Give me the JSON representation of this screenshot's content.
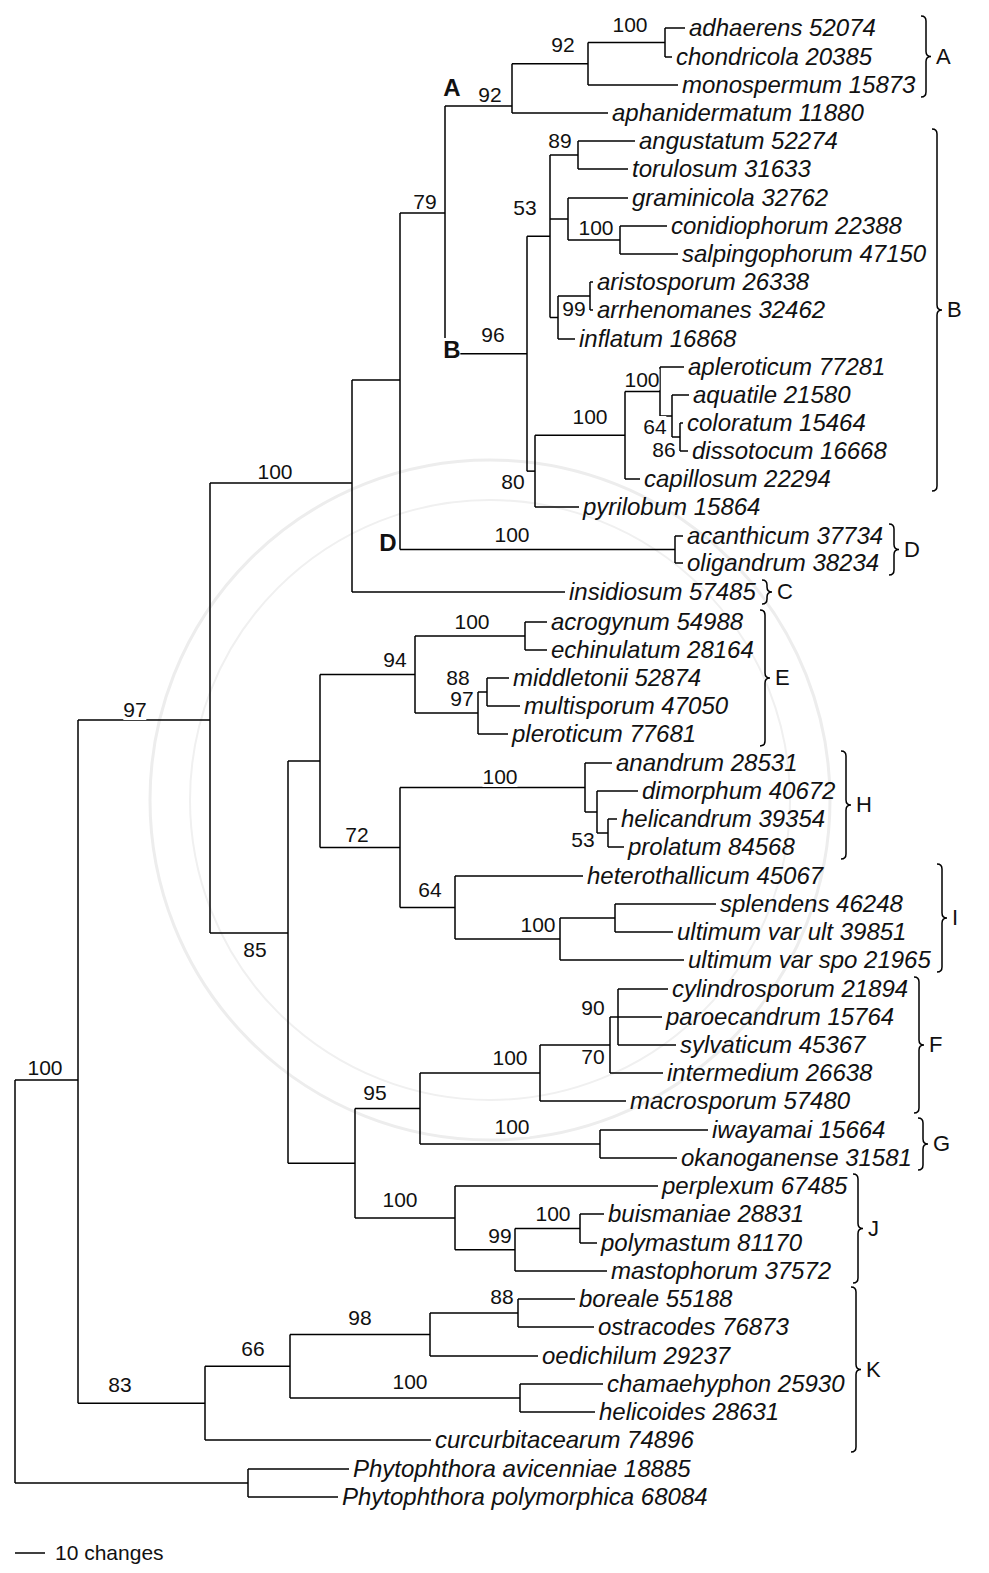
{
  "diagram": {
    "labels": [
      "100",
      "adhaerens 52074",
      "92",
      "chondricola 20385",
      "A",
      "monospermum 15873",
      "A",
      "92",
      "aphanidermatum 11880",
      "89",
      "angustatum 52274",
      "torulosum 31633",
      "79",
      "53",
      "graminicola 32762",
      "100",
      "conidiophorum 22388",
      "salpingophorum 47150",
      "aristosporum 26338",
      "99",
      "arrhenomanes 32462",
      "B",
      "96",
      "inflatum 16868",
      "B",
      "apleroticum 77281",
      "100",
      "aquatile 21580",
      "100",
      "64",
      "coloratum 15464",
      "86",
      "dissotocum 16668",
      "100",
      "capillosum 22294",
      "80",
      "pyrilobum 15864",
      "100",
      "acanthicum 37734",
      "D",
      "D",
      "oligandrum 38234",
      "insidiosum 57485",
      "C",
      "100",
      "acrogynum 54988",
      "echinulatum 28164",
      "94",
      "88",
      "middletonii 52874",
      "E",
      "97",
      "multisporum 47050",
      "97",
      "pleroticum 77681",
      "anandrum 28531",
      "100",
      "dimorphum 40672",
      "H",
      "helicandrum 39354",
      "72",
      "53",
      "prolatum 84568",
      "heterothallicum 45067",
      "64",
      "splendens 46248",
      "I",
      "100",
      "ultimum var ult 39851",
      "85",
      "ultimum var spo 21965",
      "cylindrosporum 21894",
      "90",
      "paroecandrum 15764",
      "sylvaticum 45367",
      "F",
      "70",
      "100",
      "100",
      "intermedium 26638",
      "95",
      "macrosporum 57480",
      "100",
      "iwayamai 15664",
      "G",
      "okanoganense 31581",
      "perplexum 67485",
      "100",
      "100",
      "buismaniae 28831",
      "J",
      "99",
      "polymastum 81170",
      "mastophorum 37572",
      "88",
      "boreale 55188",
      "98",
      "ostracodes 76873",
      "66",
      "oedichilum 29237",
      "K",
      "100",
      "83",
      "chamaehyphon 25930",
      "helicoides 28631",
      "curcurbitacearum 74896",
      "Phytophthora avicenniae 18885",
      "Phytophthora polymorphica 68084",
      "10 changes"
    ]
  }
}
